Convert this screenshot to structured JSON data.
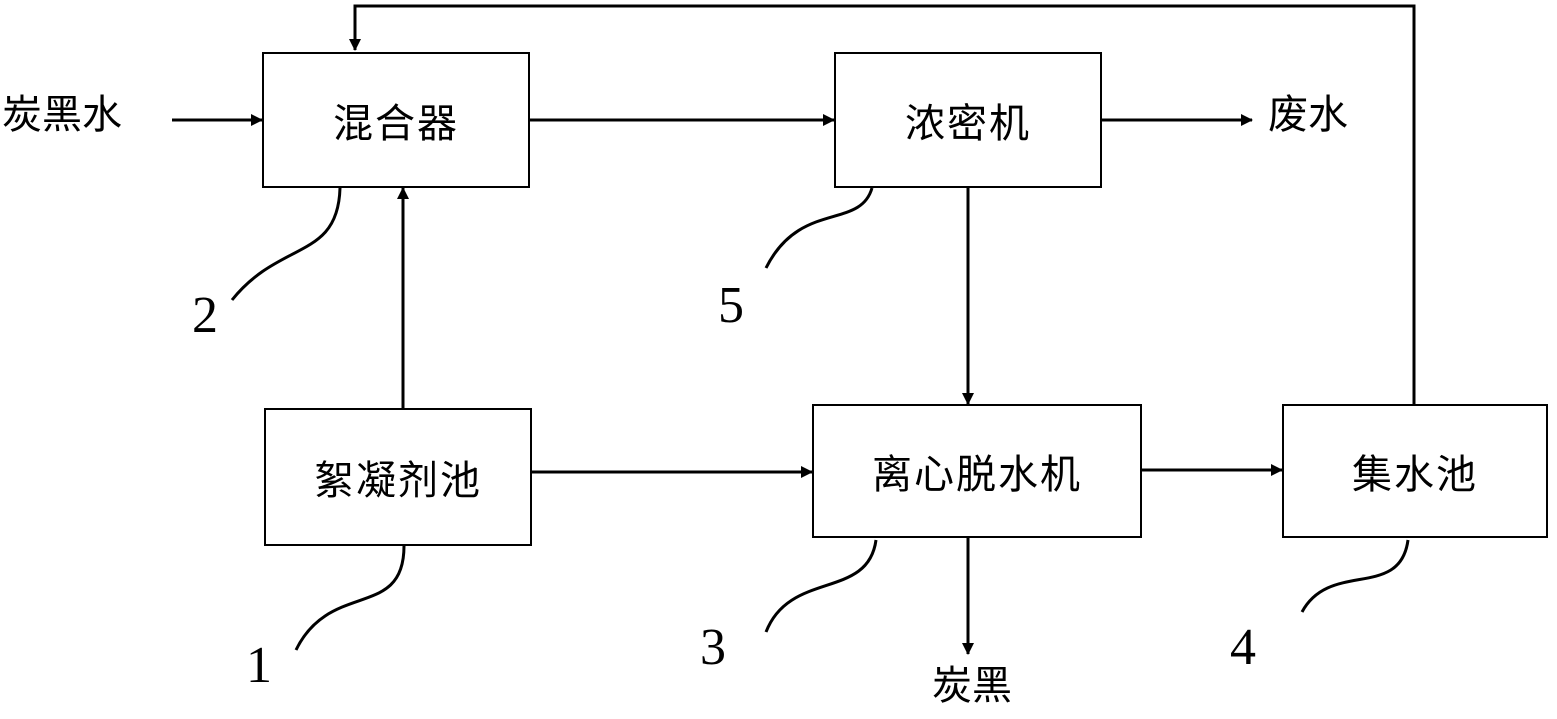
{
  "boxes": {
    "mixer": "混合器",
    "thickener": "浓密机",
    "flocculant_tank": "絮凝剂池",
    "centrifuge": "离心脱水机",
    "sump": "集水池"
  },
  "labels": {
    "input": "炭黑水",
    "wastewater": "废水",
    "carbon_black": "炭黑"
  },
  "numbers": {
    "flocculant_tank": "1",
    "mixer": "2",
    "centrifuge": "3",
    "sump": "4",
    "thickener": "5"
  }
}
